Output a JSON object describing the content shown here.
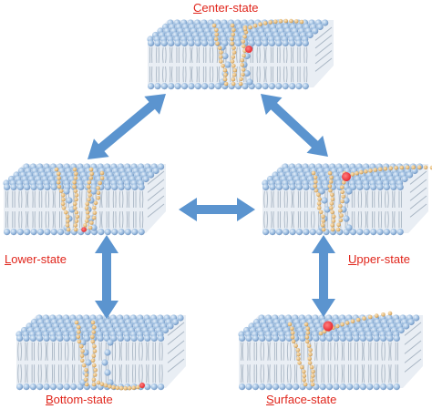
{
  "colors": {
    "lipid_head": "#9cbde0",
    "lipid_head_shade": "#6f93bf",
    "lipid_tail": "#a9b6c4",
    "peptide": "#e3b775",
    "peptide_shade": "#b88a4b",
    "marker": "#e31b23",
    "arrow": "#5b94cf",
    "label": "#e0251b"
  },
  "labels": {
    "center": "Center-state",
    "lower": "Lower-state",
    "upper": "Upper-state",
    "bottom": "Bottom-state",
    "surface": "Surface-state"
  },
  "icons": {
    "membrane": "lipid-bilayer-slab-icon",
    "arrow": "double-headed-arrow-icon"
  }
}
